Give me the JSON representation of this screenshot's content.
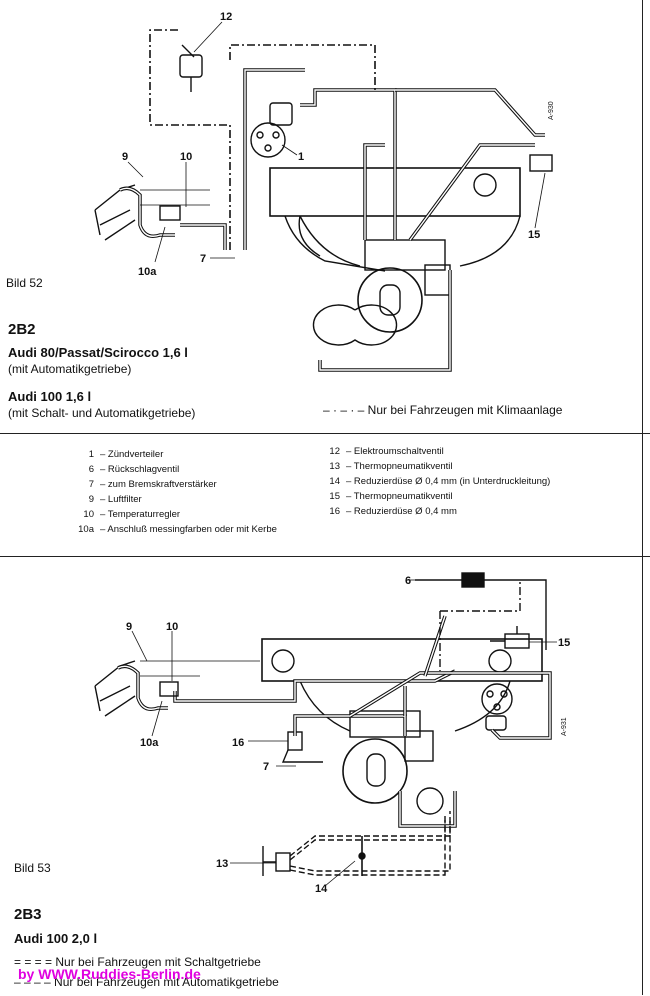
{
  "top": {
    "bild": "Bild 52",
    "code": "2B2",
    "model1": "Audi 80/Passat/Scirocco 1,6 l",
    "model1_sub": "(mit Automatikgetriebe)",
    "model2": "Audi 100 1,6 l",
    "model2_sub": "(mit Schalt- und Automatikgetriebe)",
    "note": "– · – · – Nur bei Fahrzeugen mit Klimaanlage",
    "diagram_ref": "A-930",
    "callouts": [
      "12",
      "1",
      "9",
      "10",
      "10a",
      "7",
      "15"
    ]
  },
  "legend": {
    "left": [
      {
        "num": "1",
        "text": "– Zündverteiler"
      },
      {
        "num": "6",
        "text": "– Rückschlagventil"
      },
      {
        "num": "7",
        "text": "– zum Bremskraftverstärker"
      },
      {
        "num": "9",
        "text": "– Luftfilter"
      },
      {
        "num": "10",
        "text": "– Temperaturregler"
      },
      {
        "num": "10a",
        "text": "– Anschluß messingfarben oder mit Kerbe"
      }
    ],
    "right": [
      {
        "num": "12",
        "text": "– Elektroumschaltventil"
      },
      {
        "num": "13",
        "text": "– Thermopneumatikventil"
      },
      {
        "num": "14",
        "text": "– Reduzierdüse Ø 0,4 mm (in Unterdruckleitung)"
      },
      {
        "num": "15",
        "text": "– Thermopneumatikventil"
      },
      {
        "num": "16",
        "text": "– Reduzierdüse Ø 0,4 mm"
      }
    ]
  },
  "bottom": {
    "bild": "Bild 53",
    "code": "2B3",
    "model": "Audi 100 2,0 l",
    "note1": "= = = = Nur bei Fahrzeugen mit Schaltgetriebe",
    "note2": "– – – – Nur bei Fahrzeugen mit Automatikgetriebe",
    "diagram_ref": "A-931",
    "callouts": [
      "6",
      "15",
      "9",
      "10",
      "10a",
      "16",
      "7",
      "13",
      "14"
    ]
  },
  "watermark": "by  WWW.Ruddies-Berlin.de",
  "colors": {
    "ink": "#111111",
    "watermark": "#e000e0",
    "paper": "#ffffff"
  }
}
